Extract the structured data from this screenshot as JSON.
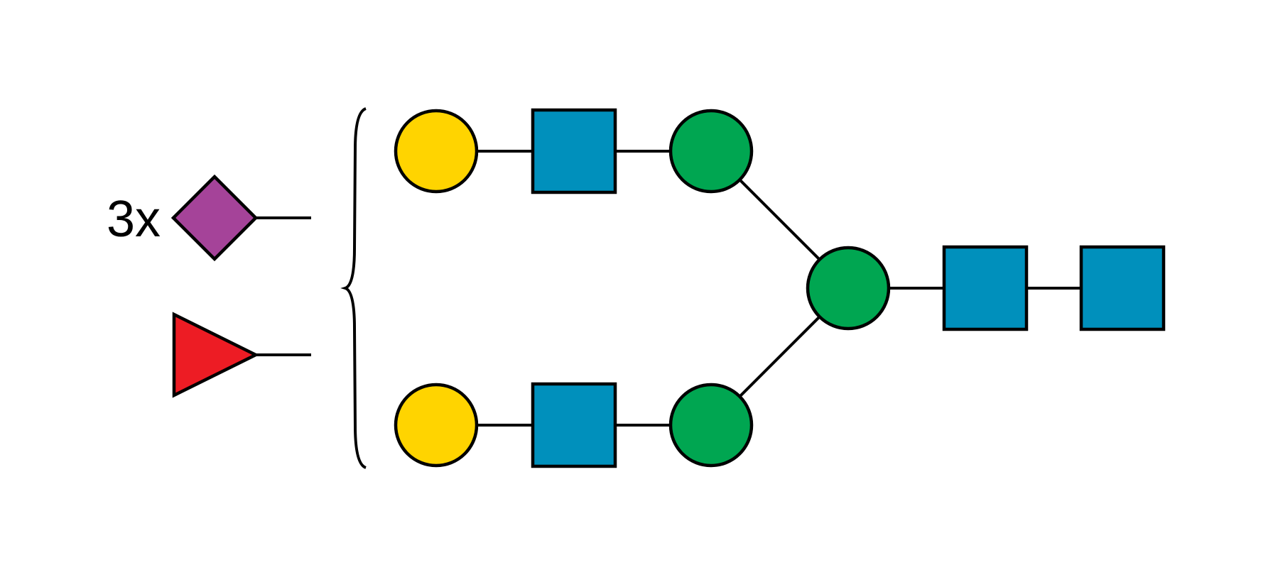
{
  "diagram": {
    "type": "glycan-snfg",
    "colors": {
      "galactose_yellow": "#FFD400",
      "glcnac_blue": "#0090BC",
      "mannose_green": "#00A651",
      "sialic_purple": "#A54399",
      "fucose_red": "#ED1C24",
      "outline": "#000000",
      "background": "#FFFFFF"
    },
    "residues": [
      {
        "id": "gal-top",
        "shape": "circle",
        "color": "galactose_yellow"
      },
      {
        "id": "glcnac-top",
        "shape": "square",
        "color": "glcnac_blue"
      },
      {
        "id": "man-top",
        "shape": "circle",
        "color": "mannose_green"
      },
      {
        "id": "gal-bottom",
        "shape": "circle",
        "color": "galactose_yellow"
      },
      {
        "id": "glcnac-bottom",
        "shape": "square",
        "color": "glcnac_blue"
      },
      {
        "id": "man-bottom",
        "shape": "circle",
        "color": "mannose_green"
      },
      {
        "id": "man-core",
        "shape": "circle",
        "color": "mannose_green"
      },
      {
        "id": "glcnac-core-1",
        "shape": "square",
        "color": "glcnac_blue"
      },
      {
        "id": "glcnac-core-2",
        "shape": "square",
        "color": "glcnac_blue"
      }
    ],
    "links": [
      [
        "gal-top",
        "glcnac-top"
      ],
      [
        "glcnac-top",
        "man-top"
      ],
      [
        "man-top",
        "man-core"
      ],
      [
        "gal-bottom",
        "glcnac-bottom"
      ],
      [
        "glcnac-bottom",
        "man-bottom"
      ],
      [
        "man-bottom",
        "man-core"
      ],
      [
        "man-core",
        "glcnac-core-1"
      ],
      [
        "glcnac-core-1",
        "glcnac-core-2"
      ]
    ],
    "substituents": [
      {
        "id": "sialic-acid",
        "shape": "diamond",
        "color": "sialic_purple",
        "count_label": "3x"
      },
      {
        "id": "fucose",
        "shape": "triangle",
        "color": "fucose_red",
        "count_label": ""
      }
    ]
  }
}
